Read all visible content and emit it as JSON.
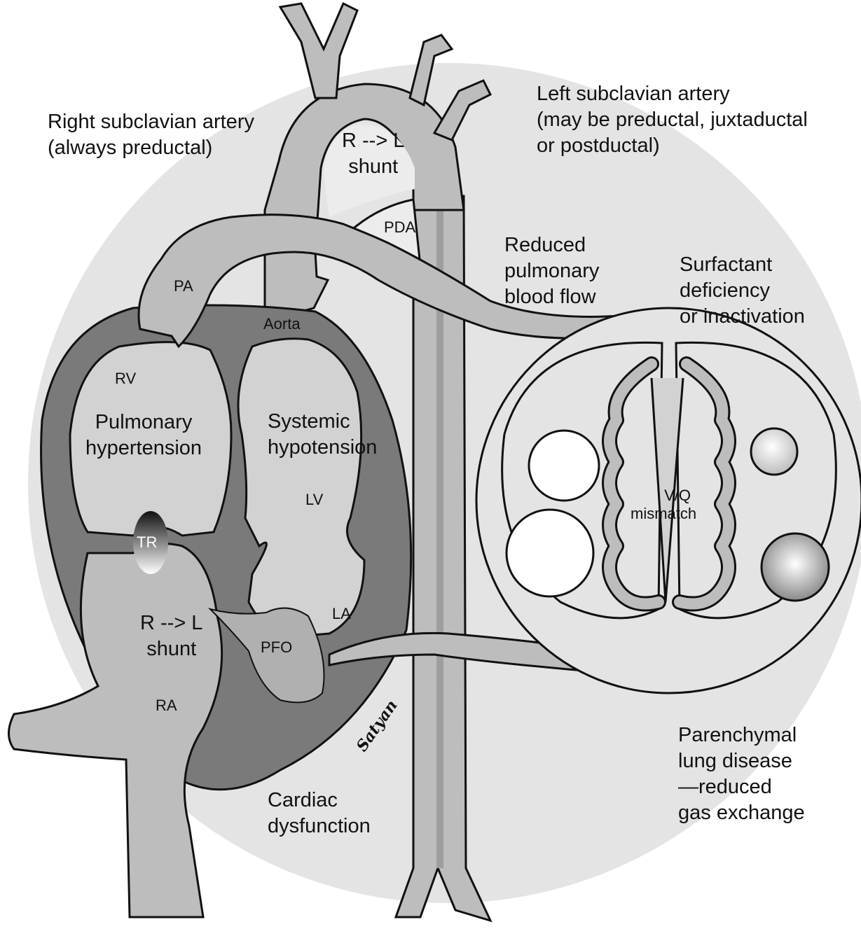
{
  "labels": {
    "right_subclavian": [
      "Right subclavian artery",
      "(always preductal)"
    ],
    "left_subclavian": [
      "Left subclavian artery",
      "(may be preductal, juxtaductal",
      "or postductal)"
    ],
    "aortic_shunt": [
      "R --> L",
      "shunt"
    ],
    "pda": "PDA",
    "reduced_flow": [
      "Reduced",
      "pulmonary",
      "blood flow"
    ],
    "surfactant": [
      "Surfactant",
      "deficiency",
      "or inactivation"
    ],
    "pa": "PA",
    "aorta": "Aorta",
    "rv": "RV",
    "pulmonary_hypertension": [
      "Pulmonary",
      "hypertension"
    ],
    "systemic_hypotension": [
      "Systemic",
      "hypotension"
    ],
    "lv": "LV",
    "tr": "TR",
    "vq": [
      "V/Q",
      "mismatch"
    ],
    "la": "LA",
    "atrial_shunt": [
      "R --> L",
      "shunt"
    ],
    "pfo": "PFO",
    "ra": "RA",
    "parenchymal": [
      "Parenchymal",
      "lung disease",
      "—reduced",
      "gas exchange"
    ],
    "cardiac": [
      "Cardiac",
      "dysfunction"
    ],
    "signature": "Satyan"
  },
  "colors": {
    "background_disc": "#e4e4e4",
    "vessel_fill": "#bdbdbd",
    "vessel_dark": "#9e9e9e",
    "myocardium": "#7a7a7a",
    "chamber": "#d2d2d2",
    "outline": "#111111"
  }
}
